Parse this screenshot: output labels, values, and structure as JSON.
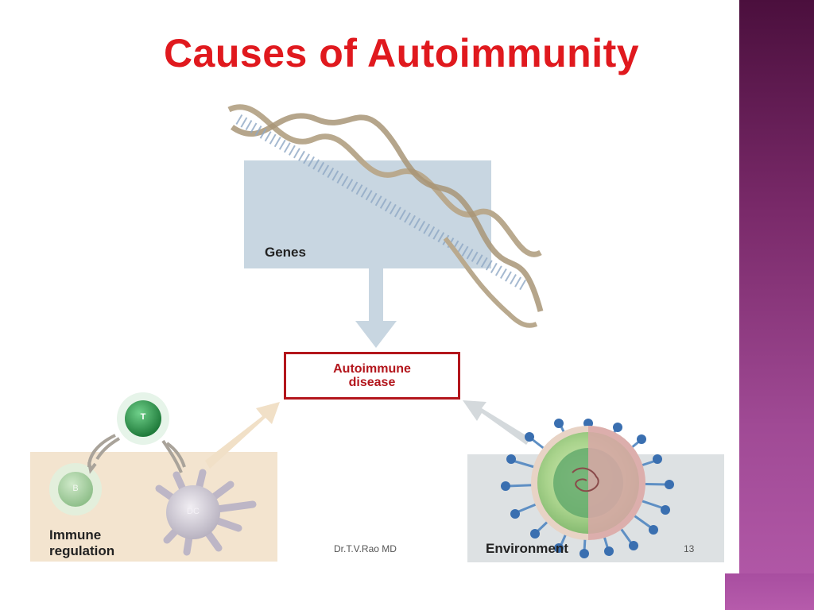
{
  "slide": {
    "title": "Causes of Autoimmunity",
    "footer_author": "Dr.T.V.Rao MD",
    "page_number": "13"
  },
  "diagram": {
    "center_label": "Autoimmune disease",
    "factors": [
      {
        "id": "genes",
        "label": "Genes"
      },
      {
        "id": "immune",
        "label": "Immune regulation"
      },
      {
        "id": "environment",
        "label": "Environment"
      }
    ],
    "cell_labels": {
      "t_cell": "T",
      "b_cell": "B",
      "dendritic_cell": "DC"
    }
  },
  "colors": {
    "title": "#e0191e",
    "disease_border": "#b3161c",
    "genes_panel": "#c8d6e1",
    "immune_panel": "#f3e4cf",
    "environment_panel": "#dde1e3",
    "sidebar": "#7a2a6a",
    "t_cell": "#2f9a4f",
    "virus_spike": "#3a6fb0"
  }
}
